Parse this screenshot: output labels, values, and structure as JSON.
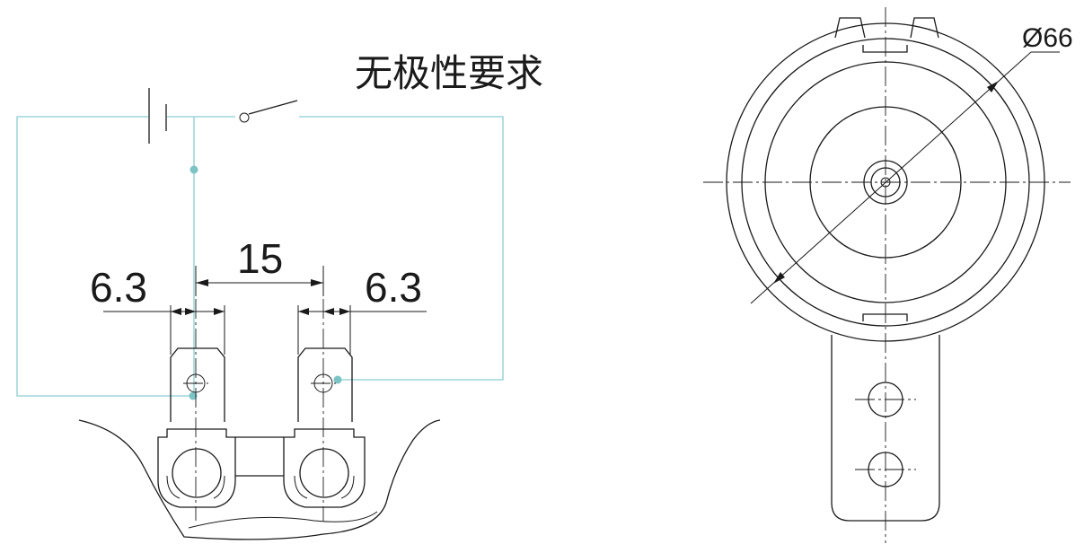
{
  "note": "无极性要求",
  "dimensions": {
    "left_tab_width": "6.3",
    "spacing": "15",
    "right_tab_width": "6.3",
    "diameter": "Ø66"
  },
  "colors": {
    "line": "#1a1a1a",
    "wire": "#8ccdd0",
    "wire_dot": "#7cc3c6",
    "background": "#ffffff"
  }
}
